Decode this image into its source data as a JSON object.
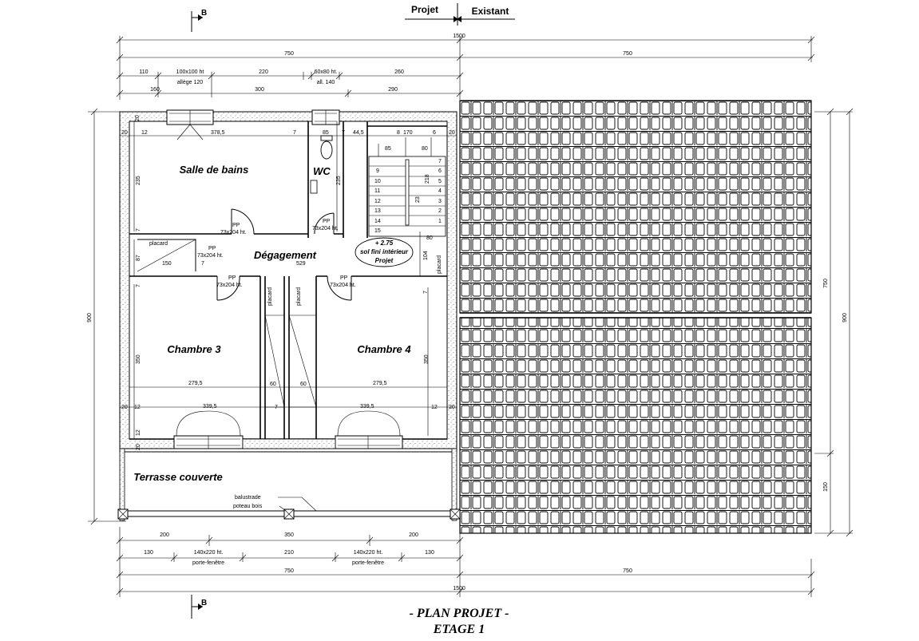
{
  "header": {
    "projet": "Projet",
    "existant": "Existant"
  },
  "section_marks": {
    "top": "B",
    "bottom": "B"
  },
  "dims_top": {
    "total": "1500",
    "half_left": "750",
    "half_right": "750",
    "row1": [
      "110",
      "100x100 ht",
      "220",
      "60x80 ht.",
      "260"
    ],
    "allege_left": "allège 120",
    "allege_wc": "all. 140",
    "row2": [
      "160",
      "300",
      "290"
    ]
  },
  "dims_side": {
    "left": "900",
    "right_total": "900",
    "right_roof": "750",
    "right_terrace": "150"
  },
  "dims_bottom": {
    "row1": [
      "200",
      "350",
      "200"
    ],
    "row2": [
      "130",
      "140x220 ht.",
      "210",
      "140x220 ht.",
      "130"
    ],
    "porte_left": "porte-fenêtre",
    "porte_right": "porte-fenêtre",
    "half_left": "750",
    "half_right": "750",
    "total": "1500"
  },
  "rooms": {
    "salle_de_bains": "Salle de bains",
    "wc": "WC",
    "degagement": "Dégagement",
    "chambre3": "Chambre 3",
    "chambre4": "Chambre 4",
    "terrasse": "Terrasse couverte"
  },
  "inner_dims": {
    "d20a": "20",
    "d12a": "12",
    "d3785": "378,5",
    "d7a": "7",
    "d85": "85",
    "d7b": "7",
    "d445": "44,5",
    "d8": "8",
    "d170": "170",
    "d6": "6",
    "d80a": "80",
    "d85b": "85",
    "d20b": "20",
    "d20c": "20",
    "d235a": "235",
    "d235b": "235",
    "d218": "218",
    "d23": "23",
    "d80b": "80",
    "d87": "87",
    "d150": "150",
    "d529": "529",
    "d104": "104",
    "d350a": "350",
    "d350b": "350",
    "d2795a": "279,5",
    "d2795b": "279,5",
    "d60a": "60",
    "d60b": "60",
    "d3395a": "339,5",
    "d3395b": "339,5",
    "d7c": "7",
    "d20d": "20",
    "d12b": "12",
    "d12c": "12",
    "d12d": "12",
    "d20e": "20",
    "d20f": "20",
    "d7d": "7",
    "d7e": "7",
    "d7f": "7",
    "d7g": "7"
  },
  "doors": {
    "pp": "PP",
    "size": "73x204 ht."
  },
  "placards": {
    "p1": "placard",
    "p2": "placard",
    "p3": "placard",
    "p4": "placard"
  },
  "stairs": {
    "left": [
      "9",
      "10",
      "11",
      "12",
      "13",
      "14",
      "15"
    ],
    "right": [
      "7",
      "6",
      "5",
      "4",
      "3",
      "2",
      "1"
    ]
  },
  "level_tag": {
    "line1": "+ 2.75",
    "line2": "sol fini intérieur",
    "line3": "Projet"
  },
  "terrace_labels": {
    "balustrade": "balustrade",
    "poteau": "poteau bois"
  },
  "title": {
    "line1": "- PLAN   PROJET -",
    "line2": "ETAGE 1"
  }
}
